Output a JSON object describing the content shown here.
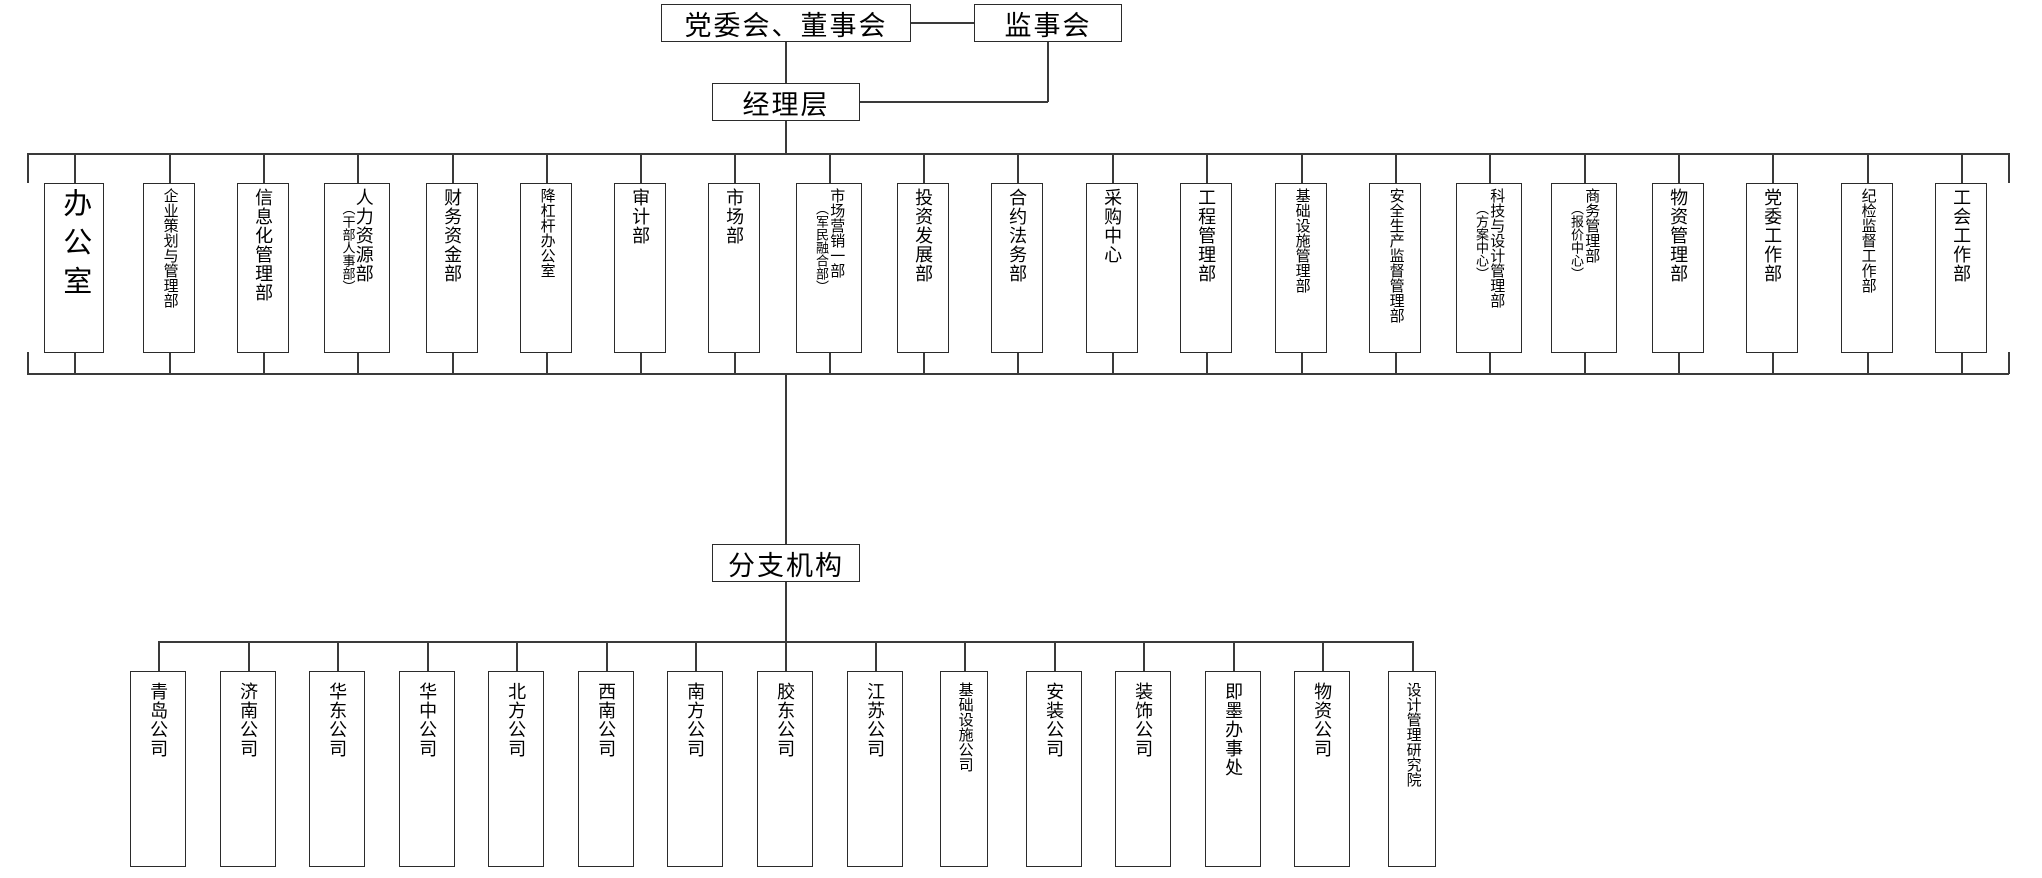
{
  "chart": {
    "title_nodes": {
      "board": "党委会、董事会",
      "supervisory": "监事会",
      "management": "经理层",
      "branch_root": "分支机构"
    },
    "departments": [
      {
        "name": "办公室",
        "note": "",
        "style": "big"
      },
      {
        "name": "企业策划与管理部",
        "note": "",
        "style": "small"
      },
      {
        "name": "信息化管理部",
        "note": "",
        "style": "med"
      },
      {
        "name": "人力资源部",
        "note": "（干部人事部）",
        "style": "med"
      },
      {
        "name": "财务资金部",
        "note": "",
        "style": "med"
      },
      {
        "name": "降杠杆办公室",
        "note": "",
        "style": "small"
      },
      {
        "name": "审计部",
        "note": "",
        "style": "med"
      },
      {
        "name": "市场部",
        "note": "",
        "style": "med"
      },
      {
        "name": "市场营销一部",
        "note": "（军民融合部）",
        "style": "small"
      },
      {
        "name": "投资发展部",
        "note": "",
        "style": "med"
      },
      {
        "name": "合约法务部",
        "note": "",
        "style": "med"
      },
      {
        "name": "采购中心",
        "note": "",
        "style": "med"
      },
      {
        "name": "工程管理部",
        "note": "",
        "style": "med"
      },
      {
        "name": "基础设施管理部",
        "note": "",
        "style": "small"
      },
      {
        "name": "安全生产监督管理部",
        "note": "",
        "style": "small"
      },
      {
        "name": "科技与设计管理部",
        "note": "（方案中心）",
        "style": "small"
      },
      {
        "name": "商务管理部",
        "note": "（报价中心）",
        "style": "small"
      },
      {
        "name": "物资管理部",
        "note": "",
        "style": "med"
      },
      {
        "name": "党委工作部",
        "note": "",
        "style": "med"
      },
      {
        "name": "纪检监督工作部",
        "note": "",
        "style": "small"
      },
      {
        "name": "工会工作部",
        "note": "",
        "style": "med"
      }
    ],
    "branches": [
      {
        "name": "青岛公司",
        "style": "med"
      },
      {
        "name": "济南公司",
        "style": "med"
      },
      {
        "name": "华东公司",
        "style": "med"
      },
      {
        "name": "华中公司",
        "style": "med"
      },
      {
        "name": "北方公司",
        "style": "med"
      },
      {
        "name": "西南公司",
        "style": "med"
      },
      {
        "name": "南方公司",
        "style": "med"
      },
      {
        "name": "胶东公司",
        "style": "med"
      },
      {
        "name": "江苏公司",
        "style": "med"
      },
      {
        "name": "基础设施公司",
        "style": "small"
      },
      {
        "name": "安装公司",
        "style": "med"
      },
      {
        "name": "装饰公司",
        "style": "med"
      },
      {
        "name": "即墨办事处",
        "style": "med"
      },
      {
        "name": "物资公司",
        "style": "med"
      },
      {
        "name": "设计管理研究院",
        "style": "small"
      }
    ],
    "colors": {
      "line": "#3a3a3a",
      "border": "#2b2b2b",
      "background": "#ffffff",
      "text": "#000000"
    }
  }
}
